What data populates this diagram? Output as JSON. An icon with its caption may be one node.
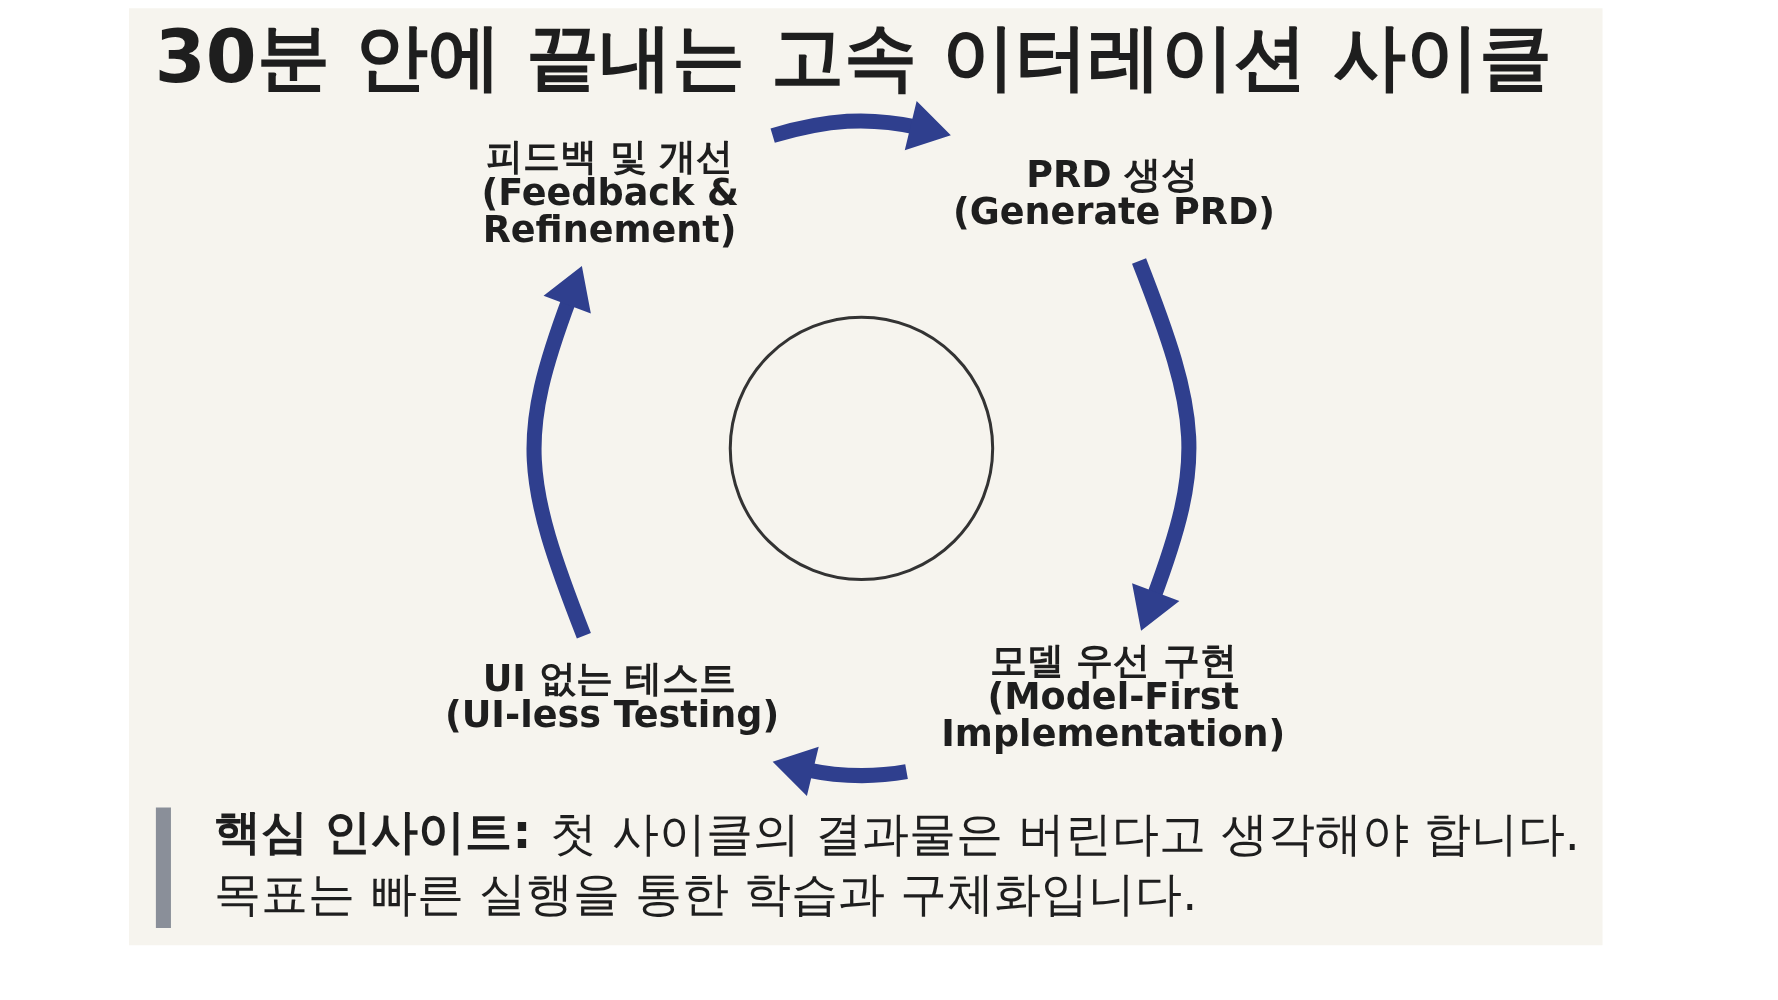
{
  "diagram": {
    "title": "30분 안에 끝내는 고속 이터레이션 사이클",
    "nodes": [
      {
        "text": [
          "피드백 및 개선",
          "(Feedback & Refinement)"
        ]
      },
      {
        "text": [
          "PRD 생성",
          "(Generate PRD)"
        ]
      },
      {
        "text": [],
        "shape": "circle"
      },
      {
        "text": [
          "UI 없는 테스트",
          "(UI-less Testing)"
        ]
      },
      {
        "text": [
          "모델 우선 구현",
          "(Model-First Implementation)"
        ]
      }
    ],
    "edges": [
      {
        "from": 0,
        "to": 1,
        "arrow": "to"
      },
      {
        "from": 1,
        "to": 4,
        "arrow": "to"
      },
      {
        "from": 4,
        "to": 3,
        "arrow": "to"
      },
      {
        "from": 3,
        "to": 0,
        "arrow": "to"
      }
    ],
    "labels": [
      "**핵심 인사이트:** 첫 사이클의 결과물은 버린다고 생각해야 합니다. 목표는 빠른 실행을 통한 학습과 구체화입니다."
    ]
  }
}
